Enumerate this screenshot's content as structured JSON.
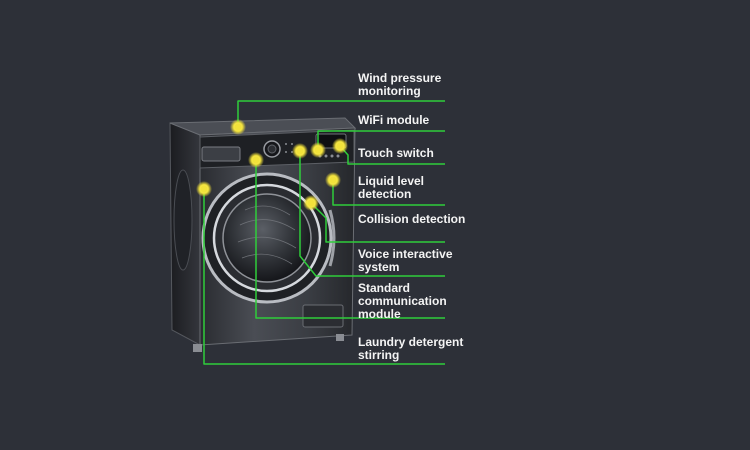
{
  "diagram": {
    "colors": {
      "background": "#2d3038",
      "callout_line": "#2fcd3a",
      "sensor_dot": "#f2e23a",
      "label_text": "#f4f4f4"
    },
    "labels": [
      {
        "id": "wind-pressure-monitoring",
        "lines": [
          "Wind pressure",
          "monitoring"
        ]
      },
      {
        "id": "wifi-module",
        "lines": [
          "WiFi module"
        ]
      },
      {
        "id": "touch-switch",
        "lines": [
          "Touch switch"
        ]
      },
      {
        "id": "liquid-level-detection",
        "lines": [
          "Liquid level",
          "detection"
        ]
      },
      {
        "id": "collision-detection",
        "lines": [
          "Collision detection"
        ]
      },
      {
        "id": "voice-interactive-system",
        "lines": [
          "Voice interactive",
          "system"
        ]
      },
      {
        "id": "standard-communication-module",
        "lines": [
          "Standard",
          "communication",
          "module"
        ]
      },
      {
        "id": "laundry-detergent-stirring",
        "lines": [
          "Laundry detergent",
          "stirring"
        ]
      }
    ]
  }
}
